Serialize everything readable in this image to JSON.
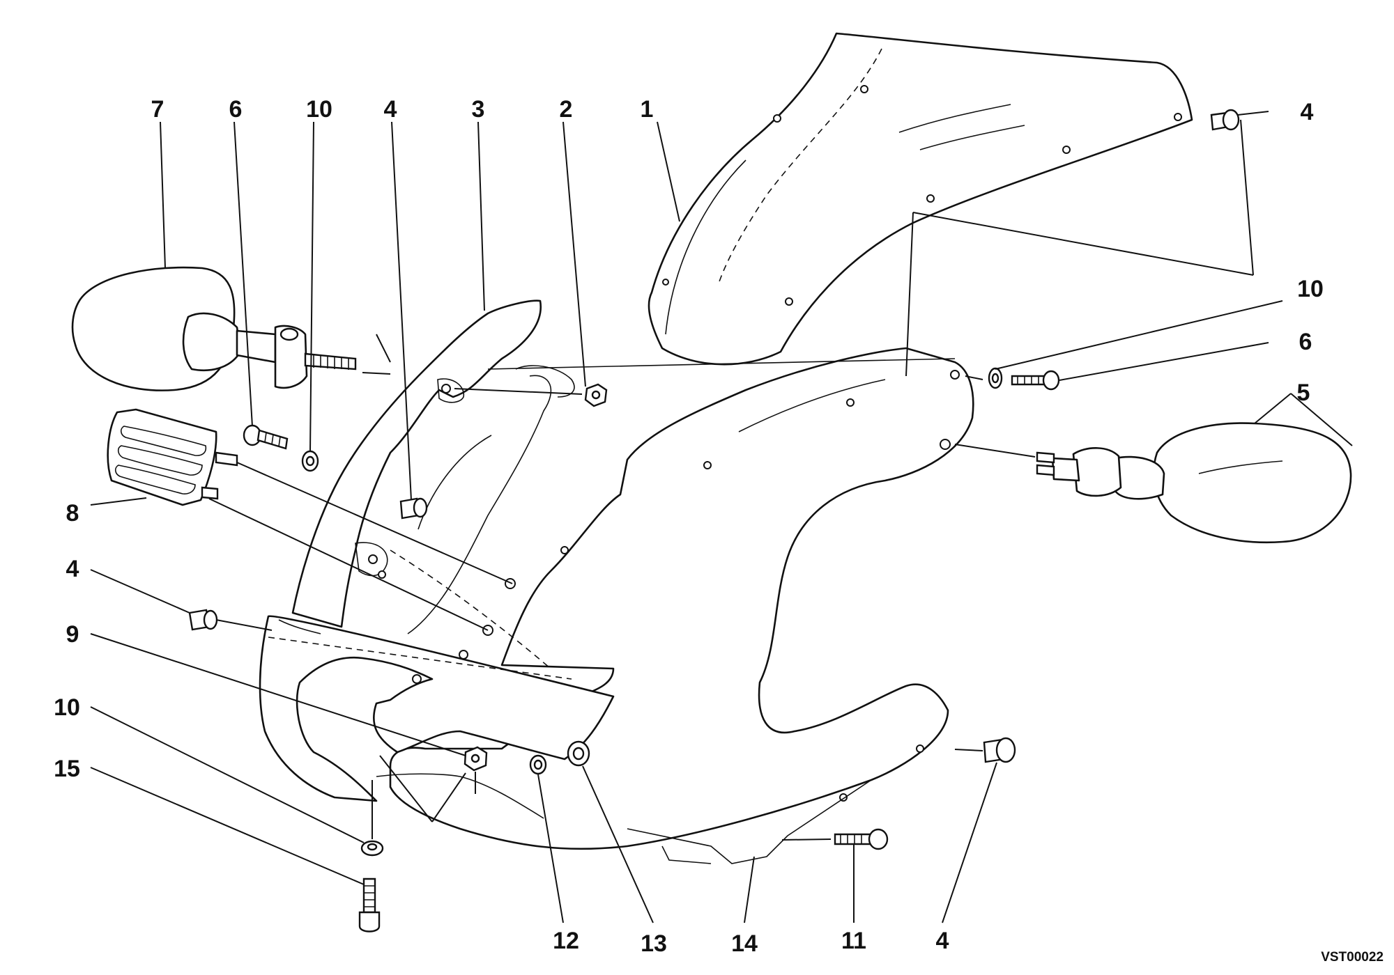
{
  "diagram": {
    "callouts": {
      "c1": "1",
      "c2": "2",
      "c3": "3",
      "c4a": "4",
      "c4b": "4",
      "c4c": "4",
      "c4d": "4",
      "c5": "5",
      "c6a": "6",
      "c6b": "6",
      "c7": "7",
      "c8": "8",
      "c9": "9",
      "c10a": "10",
      "c10b": "10",
      "c10c": "10",
      "c11": "11",
      "c12": "12",
      "c13": "13",
      "c14": "14",
      "c15": "15"
    },
    "drawing_code": "VST00022"
  }
}
